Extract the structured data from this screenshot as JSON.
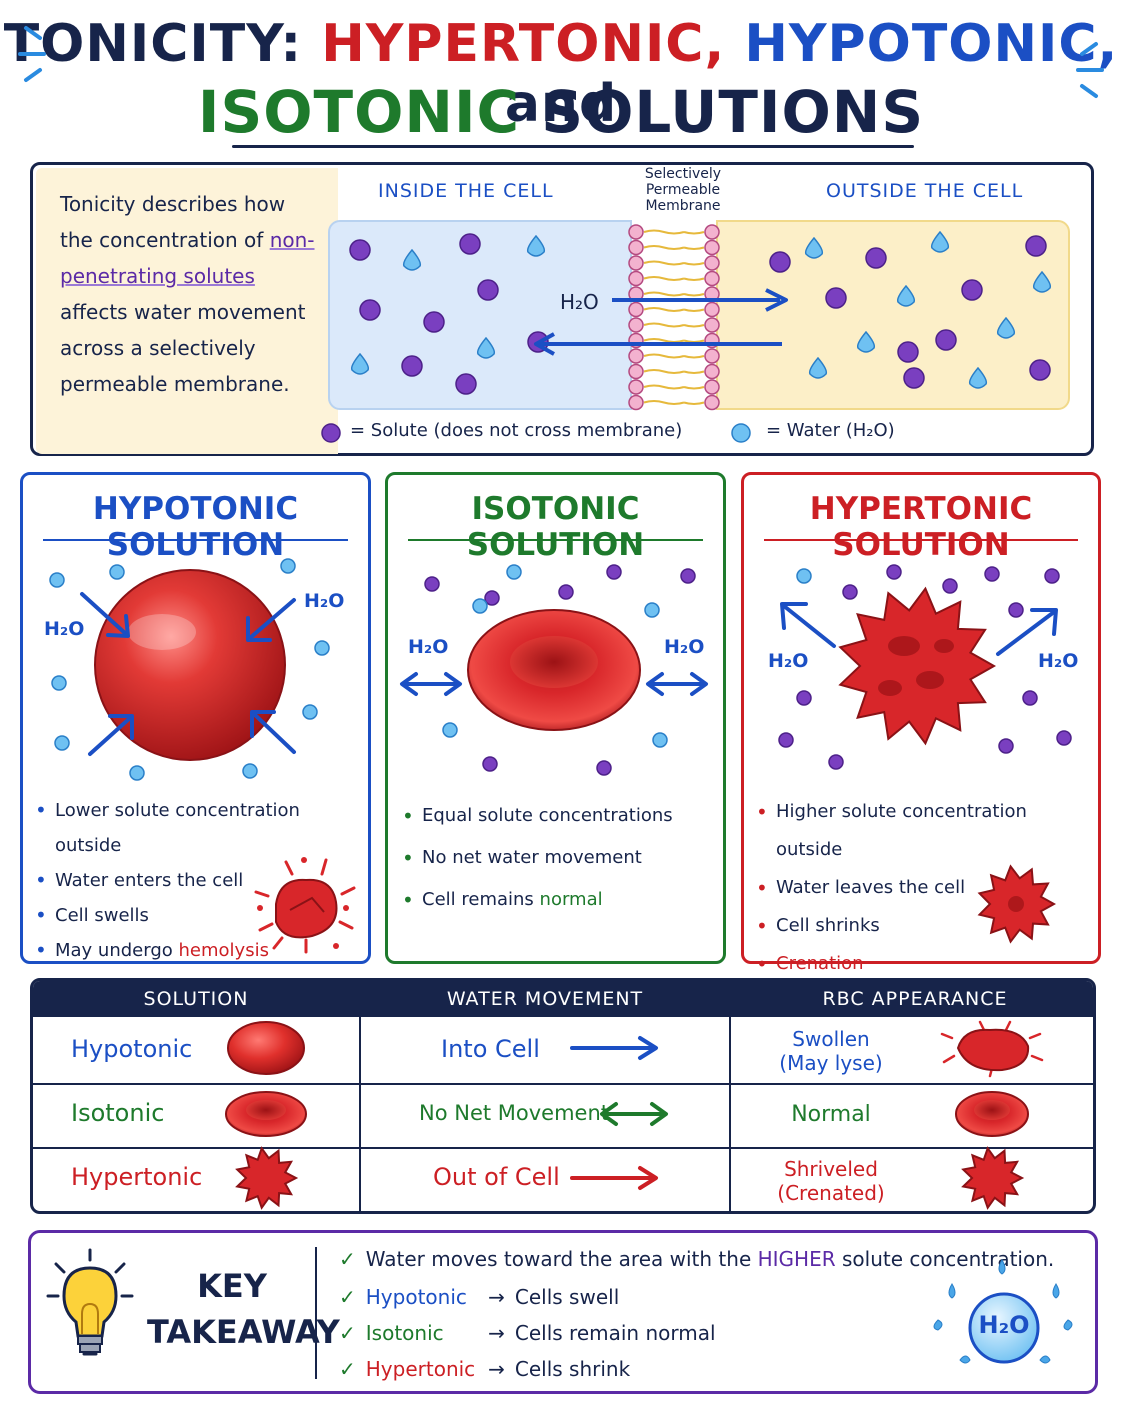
{
  "title": {
    "line1_part1": "TONICITY:",
    "line1_part2": "HYPERTONIC,",
    "line1_part3": "HYPOTONIC,",
    "line1_part4": "and",
    "line2_part1": "ISOTONIC",
    "line2_part2": "SOLUTIONS"
  },
  "intro": {
    "text_before": "Tonicity describes how the concentration of",
    "highlight": "non-penetrating solutes",
    "text_after": "affects water movement across a selectively permeable membrane.",
    "inside_label": "INSIDE THE CELL",
    "outside_label": "OUTSIDE THE CELL",
    "membrane_label": "Selectively Permeable Membrane",
    "h2o_label": "H₂O",
    "legend_solute": "= Solute (does not cross membrane)",
    "legend_water": "= Water (H₂O)"
  },
  "panels": {
    "hypotonic": {
      "title": "HYPOTONIC SOLUTION",
      "h2o": "H₂O",
      "bullets": [
        "Lower solute concentration outside",
        "Water enters the cell",
        "Cell swells"
      ],
      "bullet4_prefix": "May undergo",
      "bullet4_highlight": "hemolysis"
    },
    "isotonic": {
      "title": "ISOTONIC SOLUTION",
      "h2o": "H₂O",
      "bullets": [
        "Equal solute concentrations",
        "No net water movement"
      ],
      "bullet3_prefix": "Cell remains",
      "bullet3_highlight": "normal"
    },
    "hypertonic": {
      "title": "HYPERTONIC SOLUTION",
      "h2o": "H₂O",
      "bullets": [
        "Higher solute concentration outside",
        "Water leaves the cell",
        "Cell shrinks"
      ],
      "bullet4_highlight": "Crenation"
    }
  },
  "table": {
    "headers": [
      "SOLUTION",
      "WATER MOVEMENT",
      "RBC APPEARANCE"
    ],
    "rows": [
      {
        "solution": "Hypotonic",
        "movement": "Into Cell",
        "appearance_line1": "Swollen",
        "appearance_line2": "(May lyse)"
      },
      {
        "solution": "Isotonic",
        "movement": "No Net Movement",
        "appearance_line1": "Normal",
        "appearance_line2": ""
      },
      {
        "solution": "Hypertonic",
        "movement": "Out of Cell",
        "appearance_line1": "Shriveled",
        "appearance_line2": "(Crenated)"
      }
    ]
  },
  "takeaway": {
    "title_line1": "KEY",
    "title_line2": "TAKEAWAY",
    "line1_prefix": "Water moves toward the area with the",
    "line1_highlight": "HIGHER",
    "line1_suffix": "solute concentration.",
    "items": [
      {
        "term": "Hypotonic",
        "arrow": "→",
        "result": "Cells swell"
      },
      {
        "term": "Isotonic",
        "arrow": "→",
        "result": "Cells remain normal"
      },
      {
        "term": "Hypertonic",
        "arrow": "→",
        "result": "Cells shrink"
      }
    ],
    "badge": "H₂O"
  },
  "colors": {
    "navy": "#17244a",
    "hypotonic_blue": "#1b4fc4",
    "isotonic_green": "#1e7a2c",
    "hypertonic_red": "#cc1f24",
    "solute_purple": "#7a3fc0",
    "water_blue": "#4aa6e8",
    "rbc_red": "#d8262a"
  }
}
